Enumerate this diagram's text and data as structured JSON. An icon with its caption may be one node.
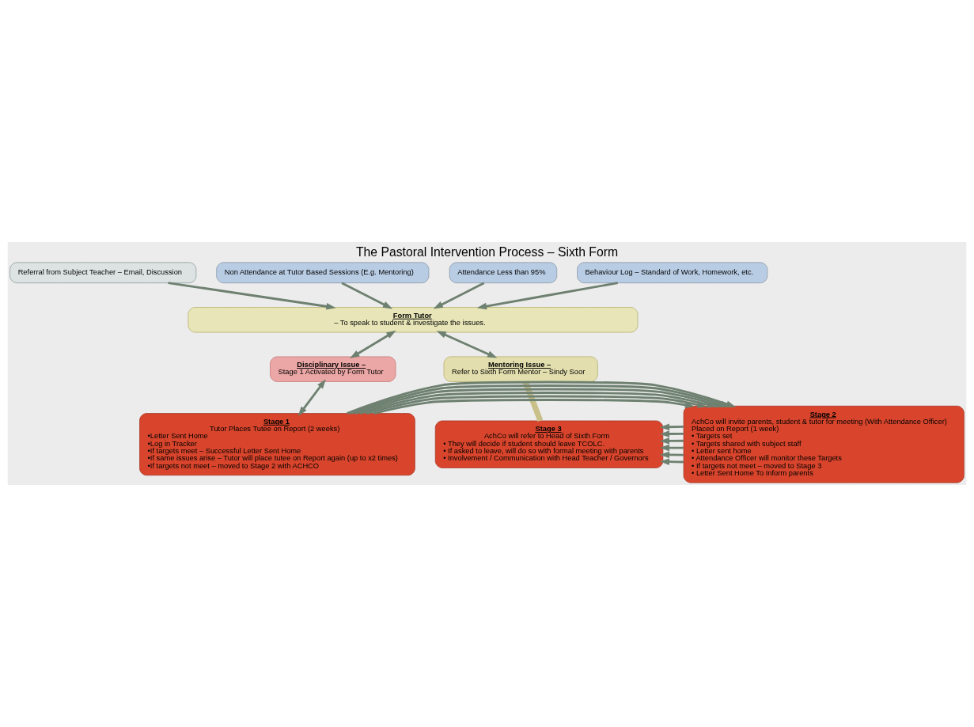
{
  "diagram": {
    "title": "The Pastoral Intervention Process – Sixth Form",
    "nodes": [
      {
        "text": [
          "Referral from Subject Teacher – Email, Discussion"
        ]
      },
      {
        "text": [
          "Non Attendance at Tutor Based Sessions (E.g. Mentoring)"
        ]
      },
      {
        "text": [
          "Attendance Less than 95%"
        ]
      },
      {
        "text": [
          "Behaviour Log – Standard of Work, Homework, etc."
        ]
      },
      {
        "text": [
          "Form Tutor",
          "– To speak to student & investigate the issues."
        ]
      },
      {
        "text": [
          "Disciplinary Issue –",
          "Stage 1 Activated by Form Tutor"
        ]
      },
      {
        "text": [
          "Mentoring Issue –",
          "Refer to Sixth Form Mentor – Sindy Soor"
        ]
      },
      {
        "text": [
          "Stage 1",
          "Tutor Places Tutee on Report (2 weeks)",
          "•Letter Sent Home",
          "•Log in Tracker",
          "•If targets meet – Successful Letter Sent Home",
          "•If same issues arise – Tutor will place tutee on Report again (up to x2 times)",
          "•If targets not meet – moved to Stage 2 with ACHCO"
        ]
      },
      {
        "text": [
          "Stage 2",
          "AchCo will invite parents, student & tutor for meeting (With Attendance Officer)",
          "Placed on Report (1 week)",
          "• Targets set",
          "• Targets shared with subject staff",
          "• Letter sent home",
          "• Attendance Officer will monitor these Targets",
          "• If targets not meet – moved to Stage 3",
          "• Letter Sent Home To Inform parents"
        ]
      },
      {
        "text": [
          "Stage 3",
          "AchCo will refer to Head of Sixth Form",
          "• They will decide if student should leave TCOLC.",
          "• If asked to leave, will do so with formal meeting with parents",
          "• Involvement / Communication with Head Teacher / Governors"
        ]
      }
    ],
    "edges": [
      {
        "from": 0,
        "to": 4,
        "arrow": "to"
      },
      {
        "from": 1,
        "to": 4,
        "arrow": "to"
      },
      {
        "from": 2,
        "to": 4,
        "arrow": "to"
      },
      {
        "from": 3,
        "to": 4,
        "arrow": "to"
      },
      {
        "from": 4,
        "to": 5,
        "arrow": "both"
      },
      {
        "from": 4,
        "to": 6,
        "arrow": "both"
      },
      {
        "from": 5,
        "to": 7,
        "arrow": "both"
      },
      {
        "from": 7,
        "to": 8,
        "arrow": "to"
      },
      {
        "from": 7,
        "to": 8,
        "arrow": "to"
      },
      {
        "from": 7,
        "to": 8,
        "arrow": "to"
      },
      {
        "from": 7,
        "to": 8,
        "arrow": "to"
      },
      {
        "from": 7,
        "to": 8,
        "arrow": "to"
      },
      {
        "from": 7,
        "to": 8,
        "arrow": "to"
      },
      {
        "from": 8,
        "to": 9,
        "arrow": "to"
      },
      {
        "from": 8,
        "to": 9,
        "arrow": "to"
      },
      {
        "from": 8,
        "to": 9,
        "arrow": "to"
      },
      {
        "from": 8,
        "to": 9,
        "arrow": "to"
      },
      {
        "from": 8,
        "to": 9,
        "arrow": "to"
      },
      {
        "from": 8,
        "to": 9,
        "arrow": "to"
      },
      {
        "from": 6,
        "to": 9,
        "arrow": "none",
        "style": "thick",
        "color": "#c8c088"
      }
    ]
  }
}
